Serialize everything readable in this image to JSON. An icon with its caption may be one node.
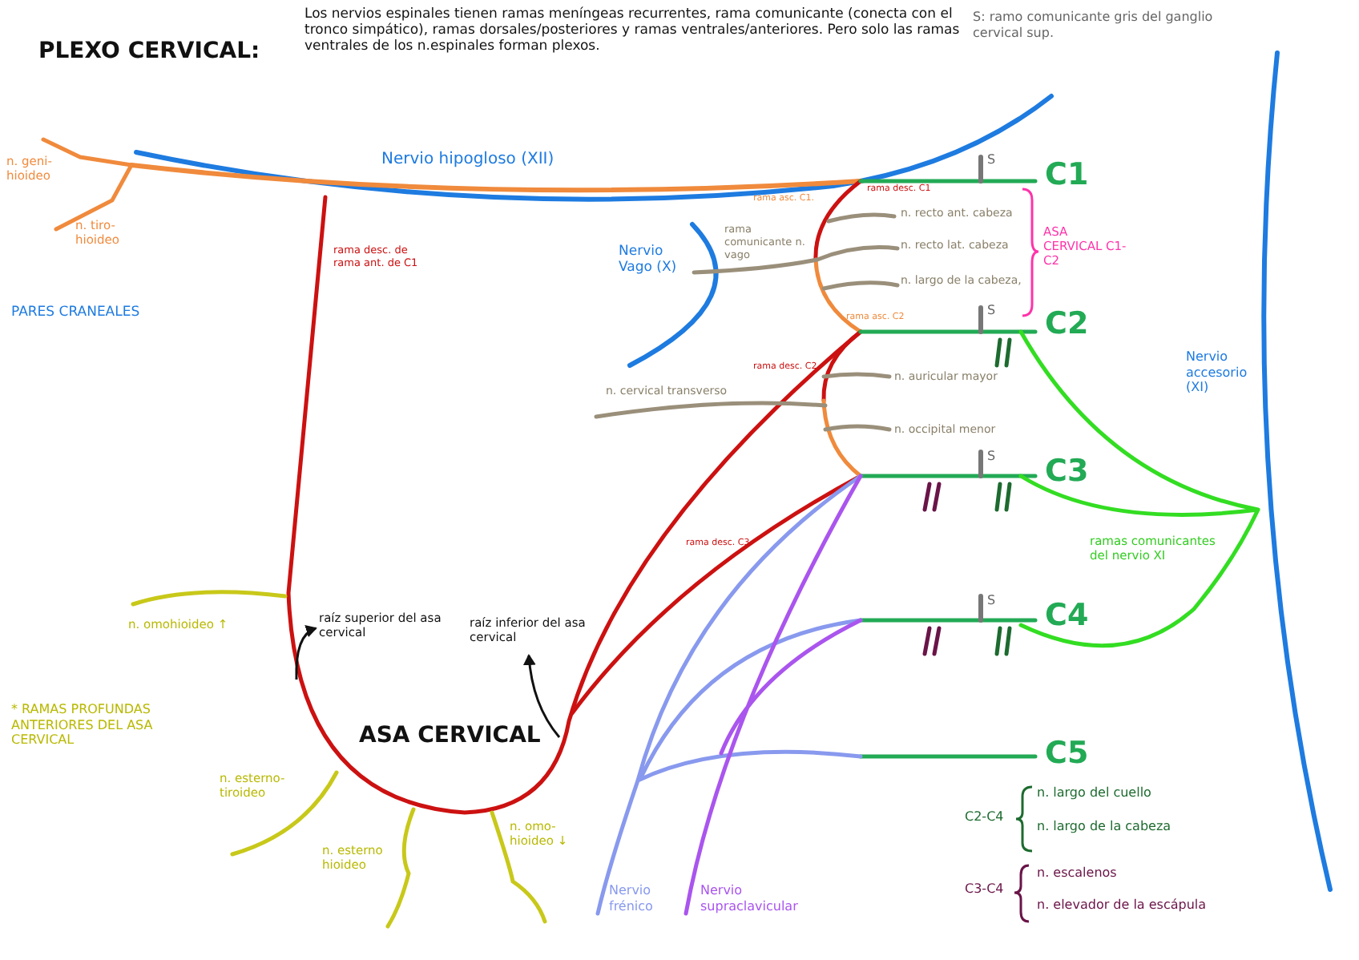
{
  "diagram": {
    "title": "PLEXO CERVICAL:",
    "nodes": [
      {
        "text": [
          "raíz superior del asa cervical"
        ]
      },
      {
        "text": [
          "raíz inferior del asa cervical"
        ]
      }
    ],
    "edges": [
      {
        "from": null,
        "to": 0,
        "arrow": "to"
      },
      {
        "from": null,
        "to": 1,
        "arrow": "to"
      }
    ],
    "labels": [
      "Los nervios espinales tienen ramas meníngeas recurrentes, rama comunicante (conecta con el tronco simpático), ramas dorsales/posteriores y ramas ventrales/anteriores. Pero solo las ramas ventrales de los n.espinales forman plexos.",
      "S: ramo comunicante gris del ganglio cervical sup.",
      "n. geni-hioideo",
      "Nervio hipogloso (XII)",
      "n. tiro-hioideo",
      "rama desc. de rama ant. de C1",
      "rama asc. C1.",
      "rama desc. C1",
      "C1",
      "S",
      "Nervio Vago (X)",
      "rama comunicante n. vago",
      "n. recto ant. cabeza",
      "n. recto lat. cabeza",
      "ASA CERVICAL C1-C2",
      "n. largo de la cabeza,",
      "PARES CRANEALES",
      "rama asc. C2",
      "S",
      "C2",
      "rama desc. C2",
      "Nervio accesorio (XI)",
      "n. auricular mayor",
      "n. cervical transverso",
      "n. occipital menor",
      "S",
      "C3",
      "rama desc. C3",
      "ramas comunicantes del nervio XI",
      "n. omohioideo ↑",
      "S",
      "C4",
      "* RAMAS PROFUNDAS ANTERIORES DEL ASA CERVICAL",
      "ASA CERVICAL",
      "n. esterno-tiroideo",
      "C5",
      "n. omo-hioideo ↓",
      "n. largo del cuello",
      "C2-C4",
      "n. esterno hioideo",
      "n. largo de la cabeza",
      "n. escalenos",
      "C3-C4",
      "n. elevador de la escápula",
      "Nervio frénico",
      "Nervio supraclavicular"
    ]
  }
}
